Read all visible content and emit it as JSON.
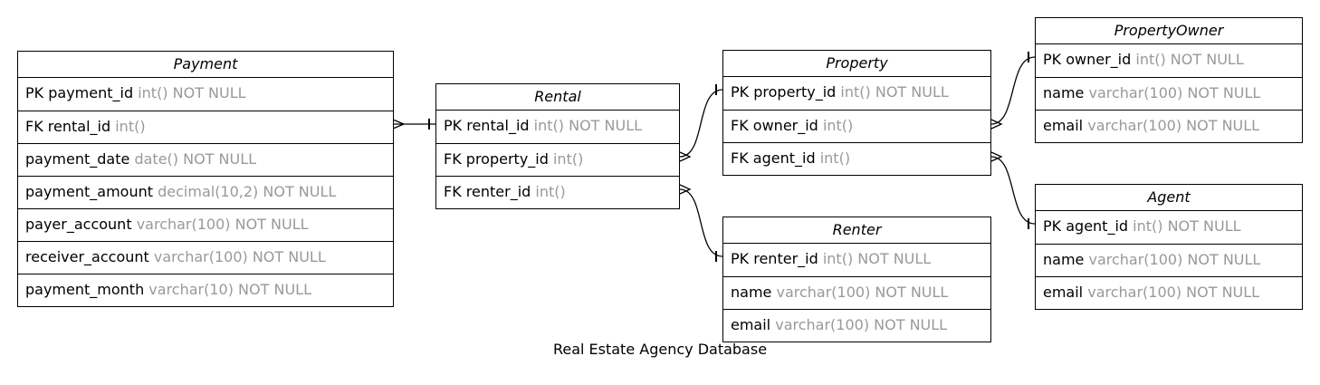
{
  "caption": "Real Estate Agency Database",
  "entities": {
    "payment": {
      "name": "Payment",
      "rows": [
        {
          "key": "PK",
          "field": "payment_id",
          "type": "int() NOT NULL"
        },
        {
          "key": "FK",
          "field": "rental_id",
          "type": "int()"
        },
        {
          "key": "",
          "field": "payment_date",
          "type": "date() NOT NULL"
        },
        {
          "key": "",
          "field": "payment_amount",
          "type": "decimal(10,2) NOT NULL"
        },
        {
          "key": "",
          "field": "payer_account",
          "type": "varchar(100) NOT NULL"
        },
        {
          "key": "",
          "field": "receiver_account",
          "type": "varchar(100) NOT NULL"
        },
        {
          "key": "",
          "field": "payment_month",
          "type": "varchar(10) NOT NULL"
        }
      ]
    },
    "rental": {
      "name": "Rental",
      "rows": [
        {
          "key": "PK",
          "field": "rental_id",
          "type": "int() NOT NULL"
        },
        {
          "key": "FK",
          "field": "property_id",
          "type": "int()"
        },
        {
          "key": "FK",
          "field": "renter_id",
          "type": "int()"
        }
      ]
    },
    "property": {
      "name": "Property",
      "rows": [
        {
          "key": "PK",
          "field": "property_id",
          "type": "int() NOT NULL"
        },
        {
          "key": "FK",
          "field": "owner_id",
          "type": "int()"
        },
        {
          "key": "FK",
          "field": "agent_id",
          "type": "int()"
        }
      ]
    },
    "renter": {
      "name": "Renter",
      "rows": [
        {
          "key": "PK",
          "field": "renter_id",
          "type": "int() NOT NULL"
        },
        {
          "key": "",
          "field": "name",
          "type": "varchar(100) NOT NULL"
        },
        {
          "key": "",
          "field": "email",
          "type": "varchar(100) NOT NULL"
        }
      ]
    },
    "propertyowner": {
      "name": "PropertyOwner",
      "rows": [
        {
          "key": "PK",
          "field": "owner_id",
          "type": "int() NOT NULL"
        },
        {
          "key": "",
          "field": "name",
          "type": "varchar(100) NOT NULL"
        },
        {
          "key": "",
          "field": "email",
          "type": "varchar(100) NOT NULL"
        }
      ]
    },
    "agent": {
      "name": "Agent",
      "rows": [
        {
          "key": "PK",
          "field": "agent_id",
          "type": "int() NOT NULL"
        },
        {
          "key": "",
          "field": "name",
          "type": "varchar(100) NOT NULL"
        },
        {
          "key": "",
          "field": "email",
          "type": "varchar(100) NOT NULL"
        }
      ]
    }
  },
  "relations": [
    {
      "from": "payment.rental_id",
      "to": "rental.rental_id",
      "cardinality": "many-to-one"
    },
    {
      "from": "rental.property_id",
      "to": "property.property_id",
      "cardinality": "many-to-one"
    },
    {
      "from": "rental.renter_id",
      "to": "renter.renter_id",
      "cardinality": "many-to-one"
    },
    {
      "from": "property.owner_id",
      "to": "propertyowner.owner_id",
      "cardinality": "many-to-one"
    },
    {
      "from": "property.agent_id",
      "to": "agent.agent_id",
      "cardinality": "many-to-one"
    }
  ]
}
